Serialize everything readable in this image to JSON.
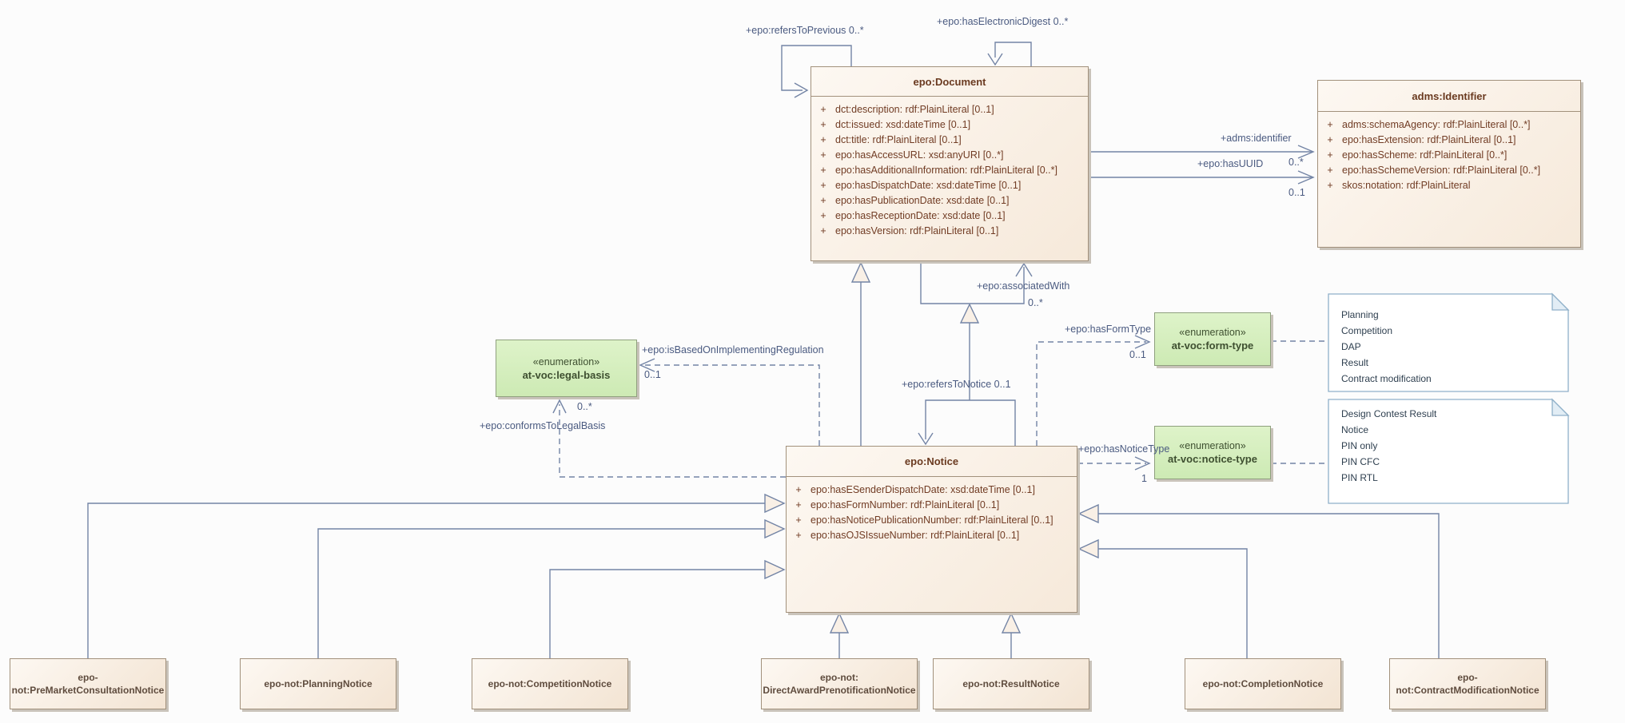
{
  "classes": {
    "document": {
      "title": "epo:Document",
      "attrs": [
        {
          "v": "+",
          "t": "dct:description: rdf:PlainLiteral [0..1]"
        },
        {
          "v": "+",
          "t": "dct:issued: xsd:dateTime [0..1]"
        },
        {
          "v": "+",
          "t": "dct:title: rdf:PlainLiteral [0..1]"
        },
        {
          "v": "+",
          "t": "epo:hasAccessURL: xsd:anyURI [0..*]"
        },
        {
          "v": "+",
          "t": "epo:hasAdditionalInformation: rdf:PlainLiteral [0..*]"
        },
        {
          "v": "+",
          "t": "epo:hasDispatchDate: xsd:dateTime [0..1]"
        },
        {
          "v": "+",
          "t": "epo:hasPublicationDate: xsd:date [0..1]"
        },
        {
          "v": "+",
          "t": "epo:hasReceptionDate: xsd:date [0..1]"
        },
        {
          "v": "+",
          "t": "epo:hasVersion: rdf:PlainLiteral [0..1]"
        }
      ]
    },
    "identifier": {
      "title": "adms:Identifier",
      "attrs": [
        {
          "v": "+",
          "t": "adms:schemaAgency: rdf:PlainLiteral [0..*]"
        },
        {
          "v": "+",
          "t": "epo:hasExtension: rdf:PlainLiteral [0..1]"
        },
        {
          "v": "+",
          "t": "epo:hasScheme: rdf:PlainLiteral [0..*]"
        },
        {
          "v": "+",
          "t": "epo:hasSchemeVersion: rdf:PlainLiteral [0..*]"
        },
        {
          "v": "+",
          "t": "skos:notation: rdf:PlainLiteral"
        }
      ]
    },
    "notice": {
      "title": "epo:Notice",
      "attrs": [
        {
          "v": "+",
          "t": "epo:hasESenderDispatchDate: xsd:dateTime [0..1]"
        },
        {
          "v": "+",
          "t": "epo:hasFormNumber: rdf:PlainLiteral [0..1]"
        },
        {
          "v": "+",
          "t": "epo:hasNoticePublicationNumber: rdf:PlainLiteral [0..1]"
        },
        {
          "v": "+",
          "t": "epo:hasOJSIssueNumber: rdf:PlainLiteral [0..1]"
        }
      ]
    }
  },
  "enums": {
    "legal_basis": {
      "stereotype": "«enumeration»",
      "title": "at-voc:legal-basis"
    },
    "form_type": {
      "stereotype": "«enumeration»",
      "title": "at-voc:form-type"
    },
    "notice_type": {
      "stereotype": "«enumeration»",
      "title": "at-voc:notice-type"
    }
  },
  "notes": {
    "form_type_values": [
      "Planning",
      "Competition",
      "DAP",
      "Result",
      "Contract modification"
    ],
    "notice_type_values": [
      "Design Contest Result",
      "Notice",
      "PIN only",
      "PIN CFC",
      "PIN RTL"
    ]
  },
  "subclasses": {
    "premarket": {
      "label": "epo-not:PreMarketConsultationNotice"
    },
    "planning": {
      "label": "epo-not:PlanningNotice"
    },
    "competition": {
      "label": "epo-not:CompetitionNotice"
    },
    "direct_award": {
      "label1": "epo-not:",
      "label2": "DirectAwardPrenotificationNotice"
    },
    "result": {
      "label": "epo-not:ResultNotice"
    },
    "completion": {
      "label": "epo-not:CompletionNotice"
    },
    "contract_modification": {
      "label": "epo-not:ContractModificationNotice"
    }
  },
  "connector_labels": {
    "refers_to_previous": "+epo:refersToPrevious 0..*",
    "has_electronic_digest": "+epo:hasElectronicDigest 0..*",
    "adms_identifier": "+adms:identifier",
    "adms_identifier_mult": "0..*",
    "has_uuid": "+epo:hasUUID",
    "has_uuid_mult": "0..1",
    "associated_with": "+epo:associatedWith",
    "associated_with_mult": "0..*",
    "refers_to_notice": "+epo:refersToNotice 0..1",
    "is_based_on": "+epo:isBasedOnImplementingRegulation",
    "is_based_on_mult": "0..1",
    "conforms_to_legal_basis": "+epo:conformsToLegalBasis",
    "conforms_to_legal_basis_mult": "0..*",
    "has_form_type": "+epo:hasFormType",
    "has_form_type_mult": "0..1",
    "has_notice_type": "+epo:hasNoticeType",
    "has_notice_type_mult": "1"
  },
  "colors": {
    "class_fill": "#f8ecdf",
    "class_border": "#a2917c",
    "enum_fill": "#d6efbe",
    "enum_border": "#8fa07e",
    "note_border": "#8fb0c9",
    "connector": "#7384a5",
    "label_text": "#4a5a80",
    "class_text": "#713c24"
  }
}
